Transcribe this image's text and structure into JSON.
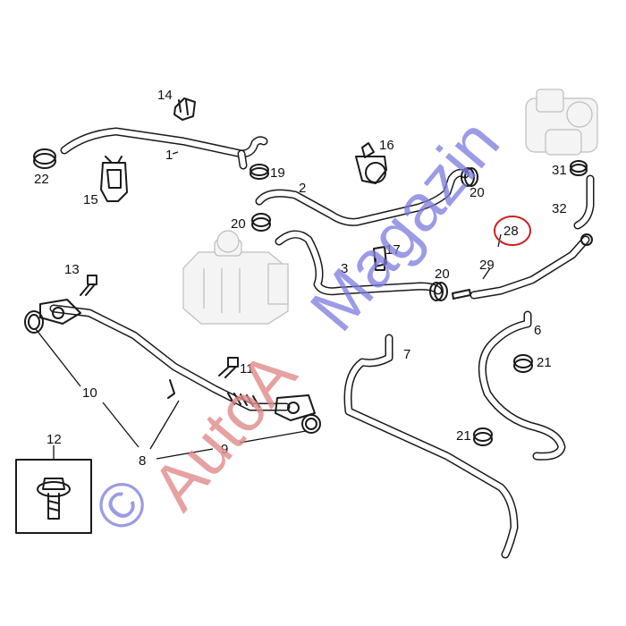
{
  "labels": {
    "l1": "1",
    "l3": "3",
    "l2": "2",
    "l6": "6",
    "l7": "7",
    "l8": "8",
    "l9": "9",
    "l10": "10",
    "l11": "11",
    "l12": "12",
    "l13": "13",
    "l14": "14",
    "l15": "15",
    "l16": "16",
    "l17": "17",
    "l19": "19",
    "l20a": "20",
    "l20b": "20",
    "l20c": "20",
    "l21a": "21",
    "l21b": "21",
    "l22": "22",
    "l28": "28",
    "l29": "29",
    "l31": "31",
    "l32": "32"
  },
  "watermark": {
    "copyright": "©",
    "brand_a": "AutoA",
    "brand_b": "Magazin"
  },
  "highlight_color": "#cc2222",
  "watermark_colors": {
    "a": "#e08a8a",
    "b": "#7a7ae0"
  }
}
